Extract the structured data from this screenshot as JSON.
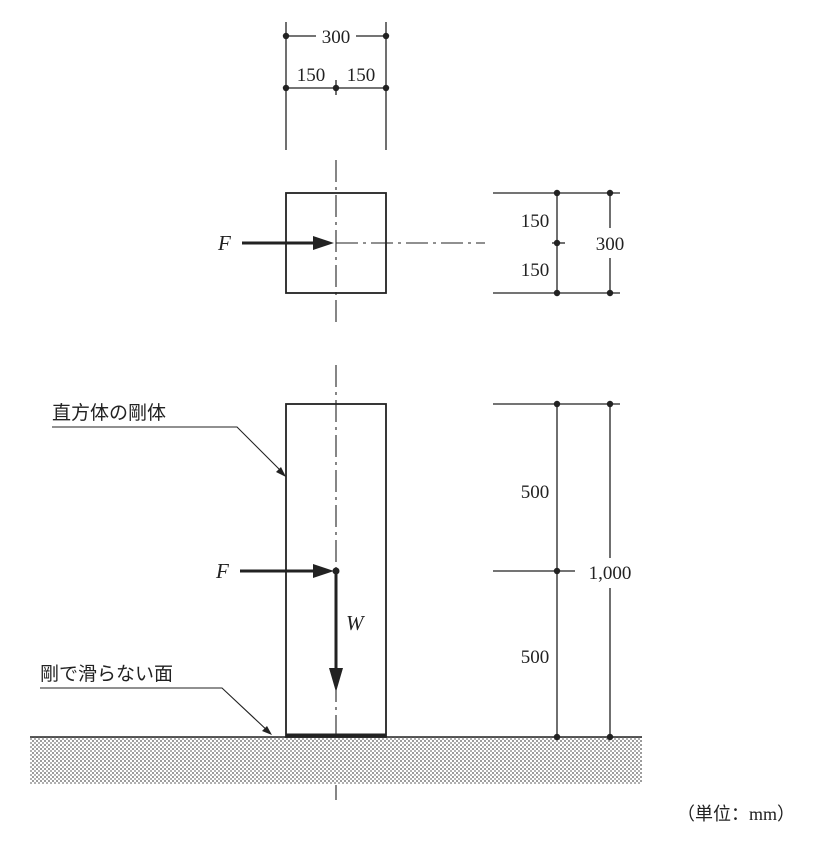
{
  "plan_view": {
    "width_total": "300",
    "width_left": "150",
    "width_right": "150",
    "depth_top": "150",
    "depth_bottom": "150",
    "depth_total": "300",
    "force_label": "F"
  },
  "elevation": {
    "upper_height": "500",
    "lower_height": "500",
    "total_height": "1,000",
    "force_label": "F",
    "weight_label": "W",
    "body_label": "直方体の剛体",
    "ground_label": "剛で滑らない面"
  },
  "unit_note": "（単位：mm）",
  "colors": {
    "line": "#222222",
    "background": "#ffffff"
  }
}
